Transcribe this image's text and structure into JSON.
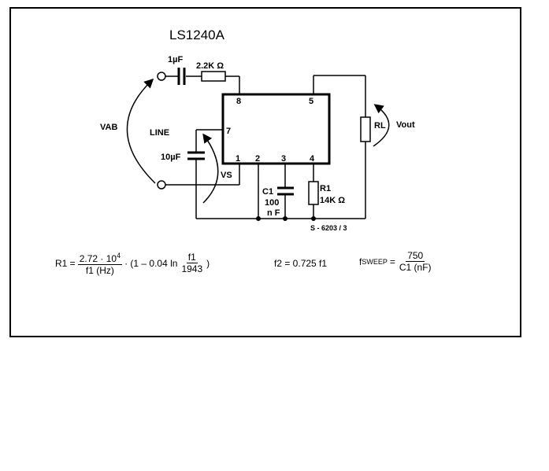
{
  "title": "LS1240A",
  "components": {
    "c_input": "1µF",
    "r_input": "2.2K Ω",
    "c_line": "10µF",
    "c1_name": "C1",
    "c1_value_a": "100",
    "c1_value_b": "n F",
    "r1_name": "R1",
    "r1_value": "14K Ω",
    "rl": "RL",
    "vab": "VAB",
    "vs": "VS",
    "vout": "Vout",
    "line": "LINE",
    "ref": "S - 6203 / 3"
  },
  "pins": {
    "p8": "8",
    "p5": "5",
    "p7": "7",
    "p1": "1",
    "p2": "2",
    "p3": "3",
    "p4": "4"
  },
  "equations": {
    "r1": {
      "lhs": "R1 =",
      "num": "2.72 · 10",
      "num_exp": "4",
      "den": "f1 (Hz)",
      "mid": "· (1 – 0.04 ln",
      "ln_num": "f1",
      "ln_den": "1943",
      "close": ")"
    },
    "f2": "f2 = 0.725 f1",
    "fsweep": {
      "lhs": "f",
      "lhs_sub": "SWEEP",
      "eq": "=",
      "num": "750",
      "den": "C1 (nF)"
    }
  }
}
